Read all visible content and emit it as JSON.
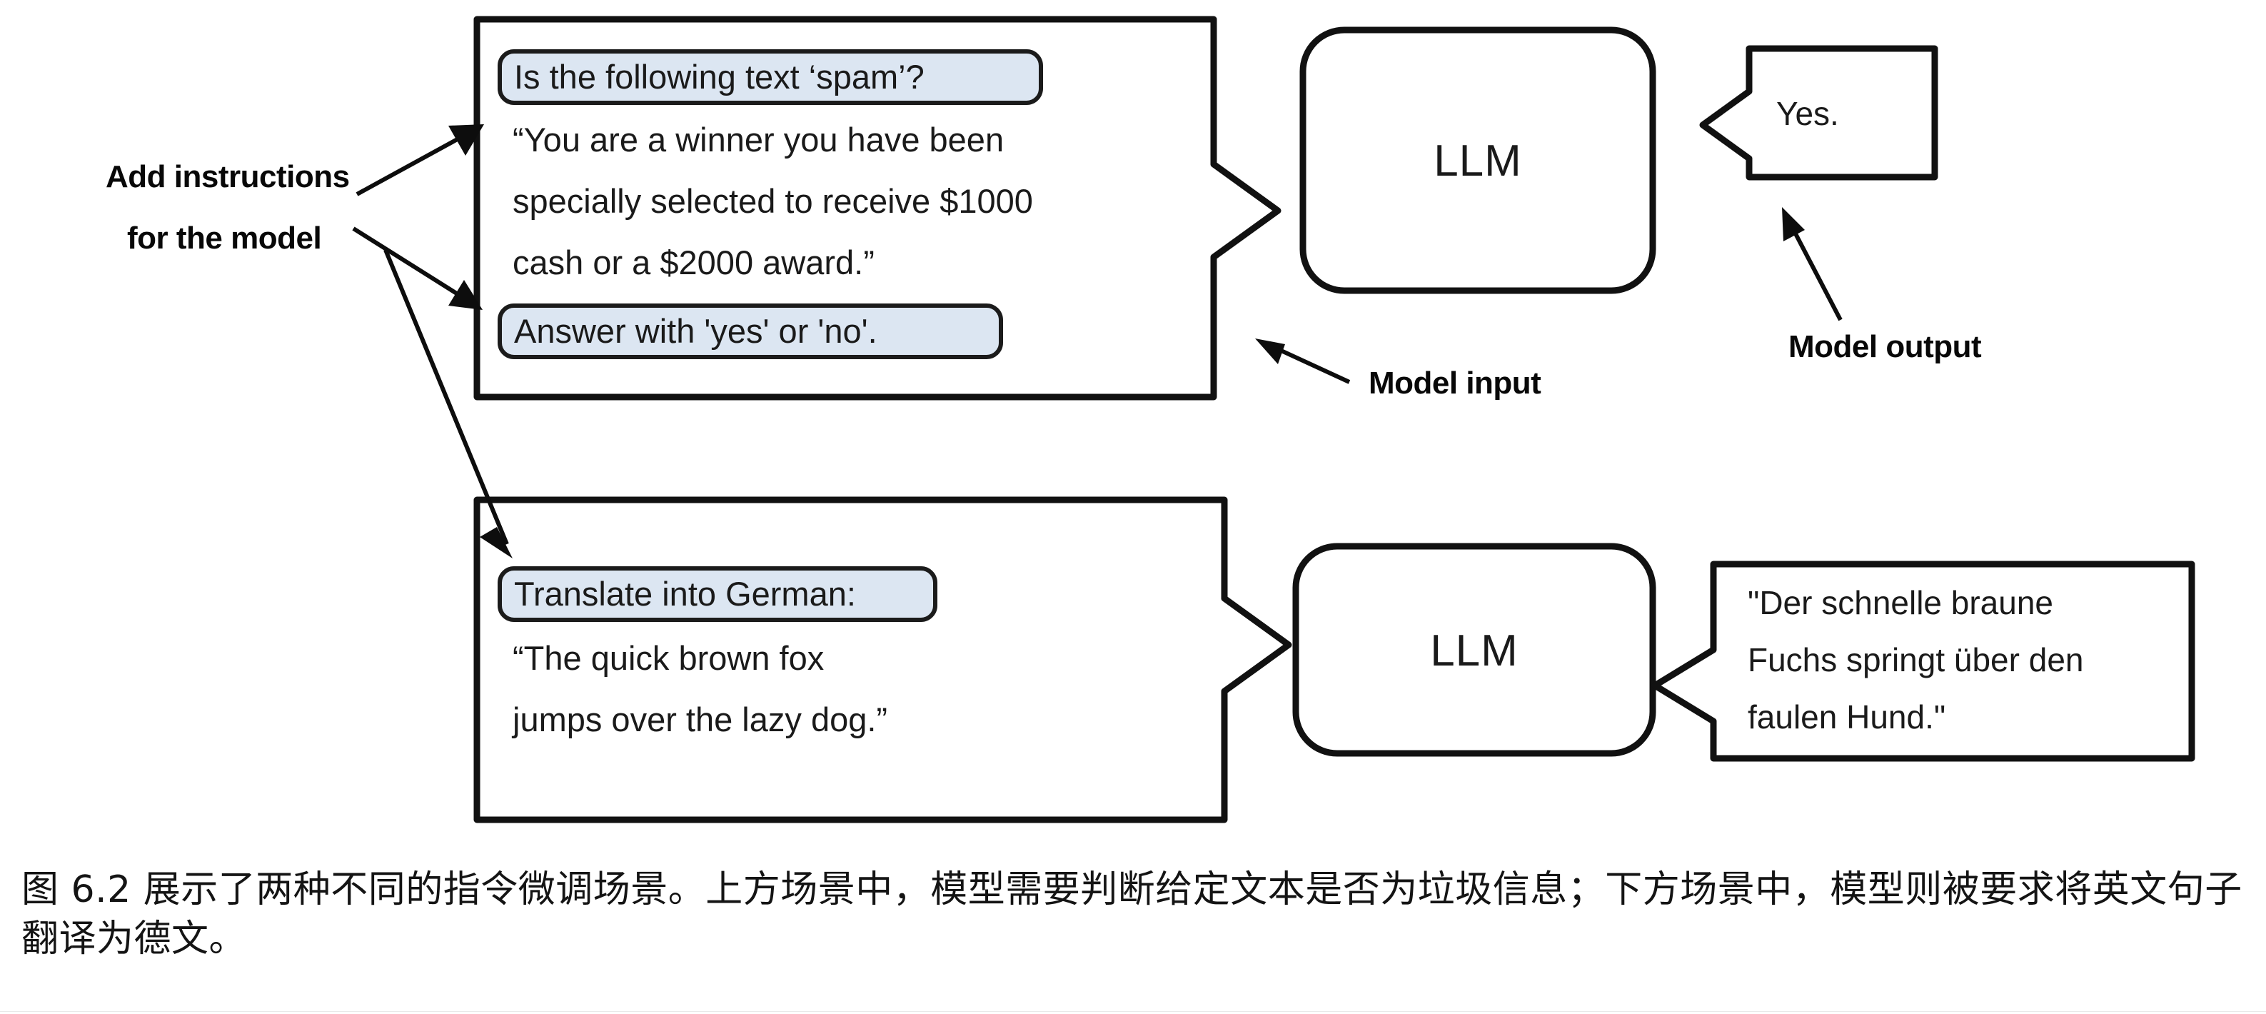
{
  "figure": {
    "annotations": {
      "add_instructions_line1": "Add instructions",
      "add_instructions_line2": "for the model",
      "model_input": "Model input",
      "model_output": "Model output"
    },
    "scenarios": [
      {
        "id": "spam-classification",
        "input": {
          "instruction_top": "Is the following text ‘spam’?",
          "body_lines": [
            "“You are a winner you have been",
            "specially selected to receive $1000",
            "cash or a $2000 award.”"
          ],
          "instruction_bottom": "Answer with 'yes' or 'no'."
        },
        "model": {
          "label": "LLM"
        },
        "output": {
          "lines": [
            "Yes."
          ]
        }
      },
      {
        "id": "german-translation",
        "input": {
          "instruction_top": "Translate into German:",
          "body_lines": [
            "“The quick brown fox",
            "jumps over the lazy dog.”"
          ],
          "instruction_bottom": null
        },
        "model": {
          "label": "LLM"
        },
        "output": {
          "lines": [
            "\"Der schnelle braune",
            "Fuchs springt über den",
            "faulen Hund.\""
          ]
        }
      }
    ]
  },
  "caption": {
    "text": "图 6.2 展示了两种不同的指令微调场景。上方场景中，模型需要判断给定文本是否为垃圾信息；下方场景中，模型则被要求将英文句子翻译为德文。"
  },
  "colors": {
    "instruction_pill_fill": "#dce6f2",
    "stroke": "#111111",
    "background": "#ffffff",
    "text": "#1a1a1a"
  }
}
